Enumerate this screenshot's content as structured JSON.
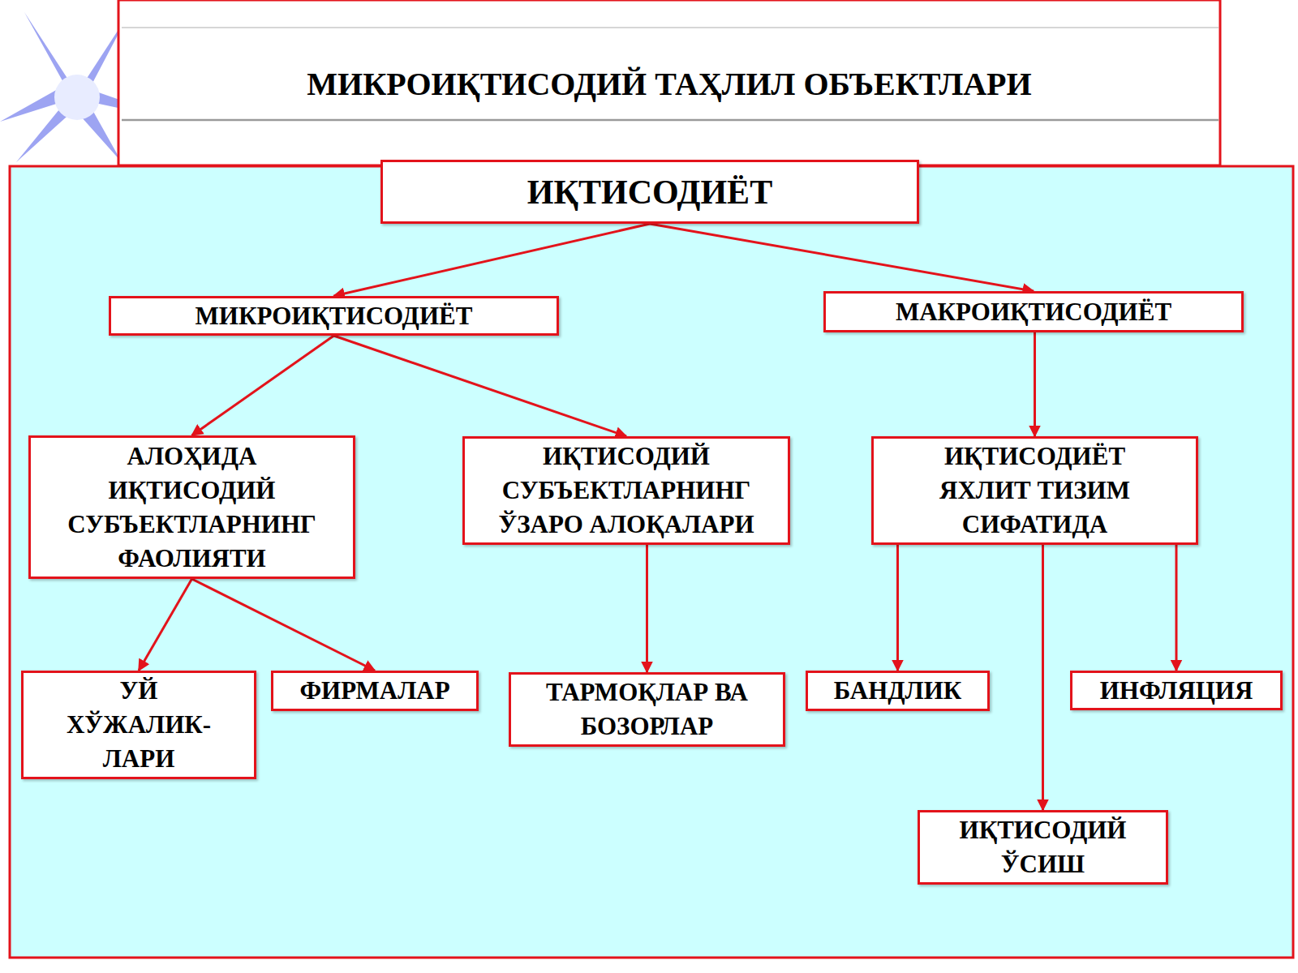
{
  "diagram": {
    "title": "МИКРОИҚТИСОДИЙ ТАҲЛИЛ ОБЪЕКТЛАРИ",
    "nodes": [
      {
        "text": [
          "ИҚТИСОДИЁТ"
        ]
      },
      {
        "text": [
          "МИКРОИҚТИСОДИЁТ"
        ]
      },
      {
        "text": [
          "МАКРОИҚТИСОДИЁТ"
        ]
      },
      {
        "text": [
          "АЛОҲИДА ИҚТИСОДИЙ СУБЪЕКТЛАРНИНГ ФАОЛИЯТИ"
        ]
      },
      {
        "text": [
          "ИҚТИСОДИЙ СУБЪЕКТЛАРНИНГ ЎЗАРО АЛОҚАЛАРИ"
        ]
      },
      {
        "text": [
          "ИҚТИСОДИЁТ ЯХЛИТ ТИЗИМ СИФАТИДА"
        ]
      },
      {
        "text": [
          "УЙ ХЎЖАЛИК- ЛАРИ"
        ]
      },
      {
        "text": [
          "ФИРМАЛАР"
        ]
      },
      {
        "text": [
          "ТАРМОҚЛАР ВА БОЗОРЛАР"
        ]
      },
      {
        "text": [
          "БАНДЛИК"
        ]
      },
      {
        "text": [
          "ИНФЛЯЦИЯ"
        ]
      },
      {
        "text": [
          "ИҚТИСОДИЙ ЎСИШ"
        ]
      }
    ],
    "edges": [
      {
        "from": 0,
        "to": 1,
        "arrow": "to"
      },
      {
        "from": 0,
        "to": 2,
        "arrow": "to"
      },
      {
        "from": 1,
        "to": 3,
        "arrow": "to"
      },
      {
        "from": 1,
        "to": 4,
        "arrow": "to"
      },
      {
        "from": 2,
        "to": 5,
        "arrow": "to"
      },
      {
        "from": 3,
        "to": 6,
        "arrow": "to"
      },
      {
        "from": 3,
        "to": 7,
        "arrow": "to"
      },
      {
        "from": 4,
        "to": 8,
        "arrow": "to"
      },
      {
        "from": 5,
        "to": 9,
        "arrow": "to"
      },
      {
        "from": 5,
        "to": 11,
        "arrow": "to"
      },
      {
        "from": 5,
        "to": 10,
        "arrow": "to"
      }
    ]
  }
}
